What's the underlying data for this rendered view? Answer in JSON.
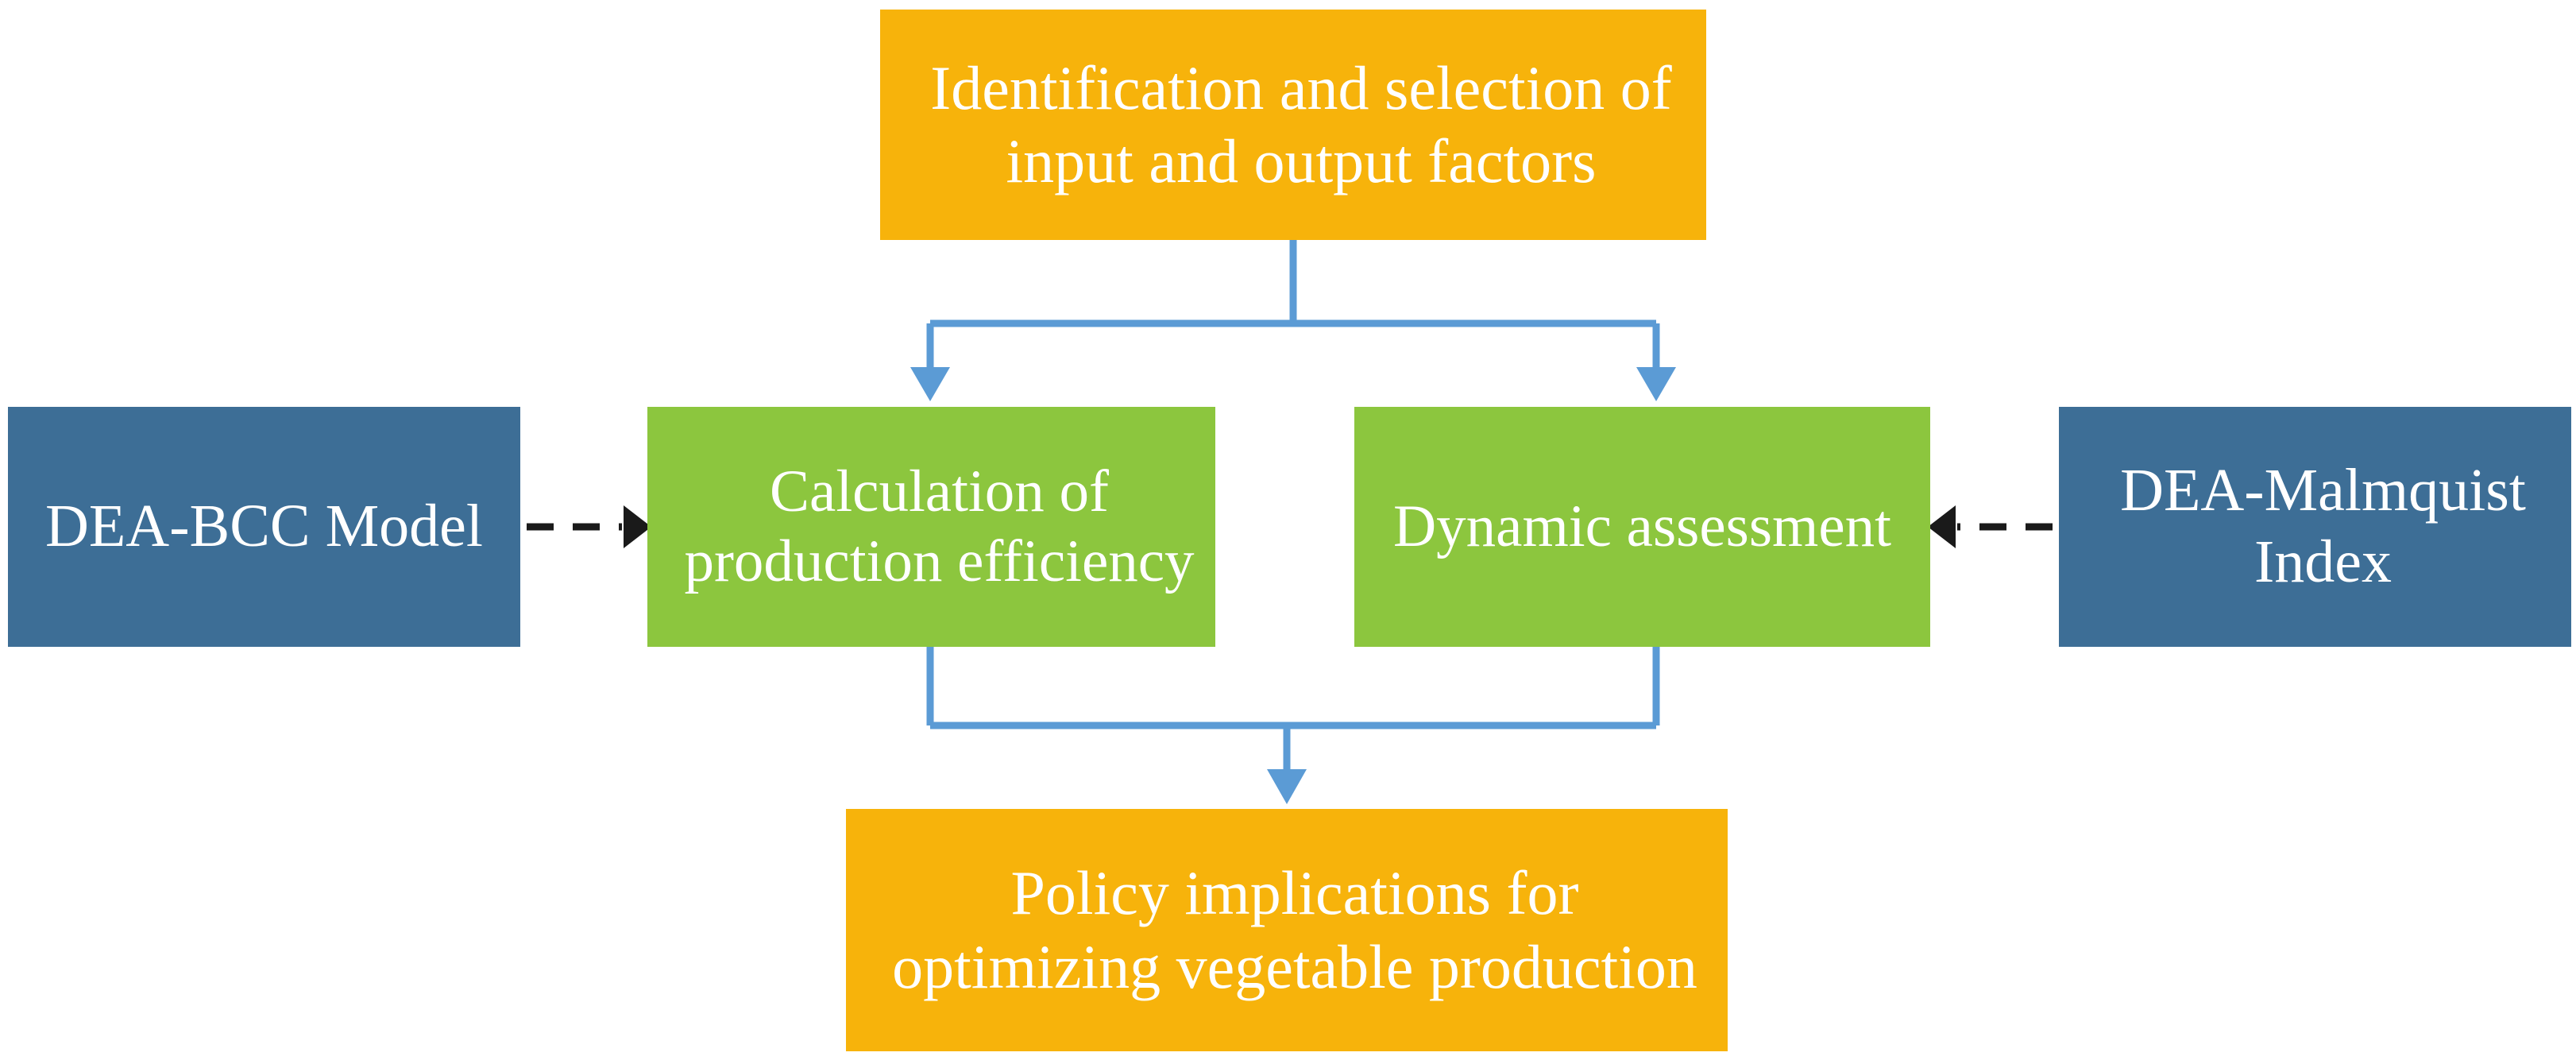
{
  "diagram": {
    "title": "Research framework flowchart",
    "colors": {
      "orange": "#f7b30b",
      "green": "#8cc63e",
      "blue": "#3d6e96",
      "connector": "#5b9bd5",
      "text": "#ffffff",
      "background": "#ffffff"
    },
    "nodes": [
      {
        "id": "identification",
        "label": "Identification and selection of input and output factors",
        "line1": "Identification and selection of",
        "line2": "input and output factors",
        "color": "orange"
      },
      {
        "id": "production-efficiency",
        "label": "Calculation of production efficiency",
        "line1": "Calculation of",
        "line2": "production efficiency",
        "color": "green"
      },
      {
        "id": "dynamic-assessment",
        "label": "Dynamic assessment",
        "line1": "Dynamic assessment",
        "line2": "",
        "color": "green"
      },
      {
        "id": "dea-bcc-model",
        "label": "DEA-BCC Model",
        "line1": "DEA-BCC Model",
        "line2": "",
        "color": "blue"
      },
      {
        "id": "dea-malmquist-index",
        "label": "DEA-Malmquist Index",
        "line1": "DEA-Malmquist",
        "line2": "Index",
        "color": "blue"
      },
      {
        "id": "policy-implications",
        "label": "Policy implications for optimizing vegetable production",
        "line1": "Policy implications for",
        "line2": "optimizing vegetable production",
        "color": "orange"
      }
    ],
    "connectors": [
      {
        "id": "identification-to-production-efficiency",
        "style": "solid",
        "arrow": "down"
      },
      {
        "id": "identification-to-dynamic-assessment",
        "style": "solid",
        "arrow": "down"
      },
      {
        "id": "dea-bcc-to-production-efficiency",
        "style": "dashed",
        "arrow": "right"
      },
      {
        "id": "dea-malmquist-to-dynamic-assessment",
        "style": "dashed",
        "arrow": "left"
      },
      {
        "id": "green-nodes-to-policy-implications",
        "style": "solid",
        "arrow": "down"
      }
    ]
  }
}
